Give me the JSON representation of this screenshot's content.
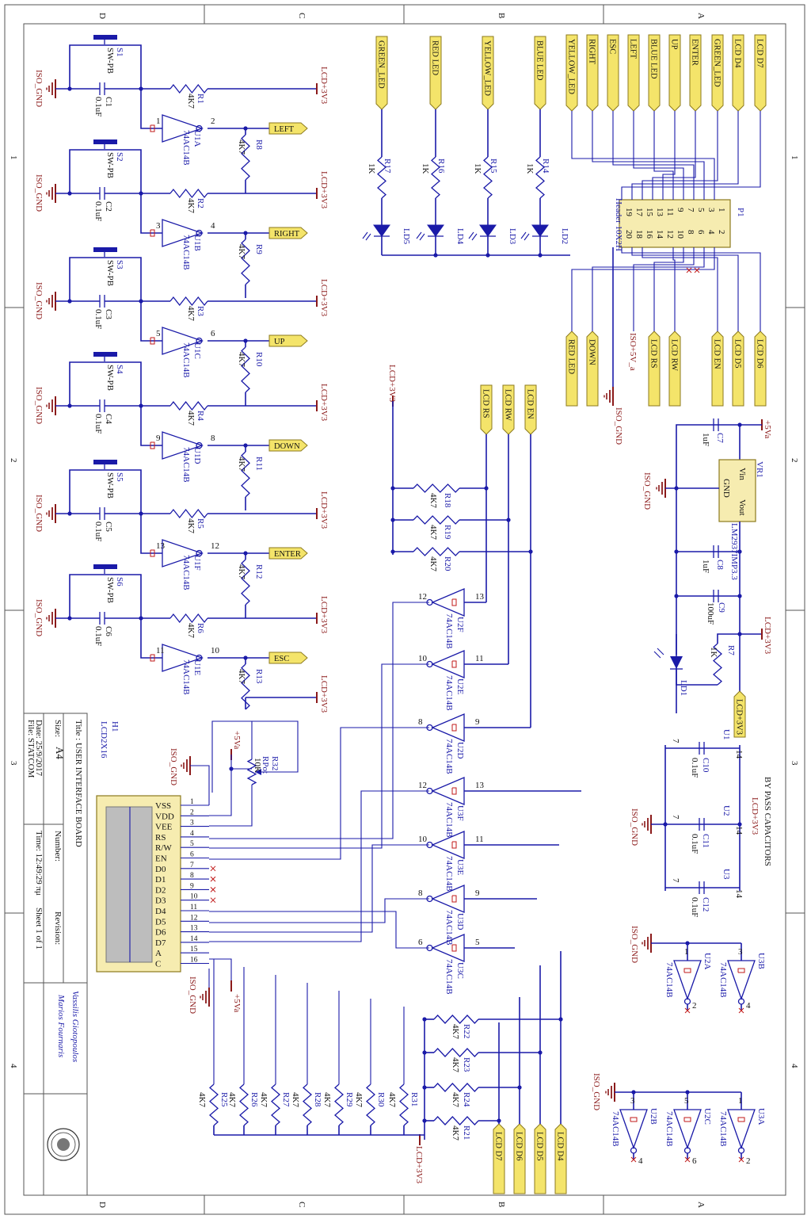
{
  "frame": {
    "col_letters_top": [
      "D",
      "C",
      "B",
      "A"
    ],
    "col_letters_bottom": [
      "D",
      "C",
      "B",
      "A"
    ],
    "row_numbers": [
      "1",
      "2",
      "3",
      "4"
    ]
  },
  "title_block": {
    "title": "Title : USER INTERFACE BOARD",
    "size_label": "Size:",
    "size_value": "A4",
    "number_label": "Number:",
    "revision_label": "Revision:",
    "date": "Date: 25/9/2017",
    "time": "Time: 12:49:29 πμ",
    "sheet": "Sheet 1 of 1",
    "file": "File: STATCOM",
    "author1": "Vassilis Giotopoulos",
    "author2": "Marios Fournaris"
  },
  "pushbuttons": [
    {
      "sw": "S1",
      "swtype": "SW-PB",
      "cap": "C1",
      "capval": "0.1uF",
      "rin": "R1",
      "gate": "U1A",
      "pin_in": "1",
      "pin_out": "2",
      "rpu": "R8",
      "signal": "LEFT"
    },
    {
      "sw": "S2",
      "swtype": "SW-PB",
      "cap": "C2",
      "capval": "0.1uF",
      "rin": "R2",
      "gate": "U1B",
      "pin_in": "3",
      "pin_out": "4",
      "rpu": "R9",
      "signal": "RIGHT"
    },
    {
      "sw": "S3",
      "swtype": "SW-PB",
      "cap": "C3",
      "capval": "0.1uF",
      "rin": "R3",
      "gate": "U1C",
      "pin_in": "5",
      "pin_out": "6",
      "rpu": "R10",
      "signal": "UP"
    },
    {
      "sw": "S4",
      "swtype": "SW-PB",
      "cap": "C4",
      "capval": "0.1uF",
      "rin": "R4",
      "gate": "U1D",
      "pin_in": "9",
      "pin_out": "8",
      "rpu": "R11",
      "signal": "DOWN"
    },
    {
      "sw": "S5",
      "swtype": "SW-PB",
      "cap": "C5",
      "capval": "0.1uF",
      "rin": "R5",
      "gate": "U1F",
      "pin_in": "13",
      "pin_out": "12",
      "rpu": "R12",
      "signal": "ENTER"
    },
    {
      "sw": "S6",
      "swtype": "SW-PB",
      "cap": "C6",
      "capval": "0.1uF",
      "rin": "R6",
      "gate": "U1E",
      "pin_in": "11",
      "pin_out": "10",
      "rpu": "R13",
      "signal": "ESC"
    }
  ],
  "iso_gnd": "ISO_GND",
  "lcd_3v3": "LCD+3V3",
  "p5va": "+5Va",
  "iso_5va": "ISO+5V_a",
  "res_4k7": "4K7",
  "res_1k": "1K",
  "gate_type": "74AC14B",
  "leds": [
    {
      "port": "GREEN_LED",
      "res": "R17",
      "led": "LD5"
    },
    {
      "port": "RED LED",
      "res": "R16",
      "led": "LD4"
    },
    {
      "port": "YELLOW_LED",
      "res": "R15",
      "led": "LD3"
    },
    {
      "port": "BLUE LED",
      "res": "R14",
      "led": "LD2"
    }
  ],
  "header": {
    "ref": "P1",
    "type": "Header 10X2H",
    "odd_pins": [
      "1",
      "3",
      "5",
      "7",
      "9",
      "11",
      "13",
      "15",
      "17",
      "19"
    ],
    "even_pins": [
      "2",
      "4",
      "6",
      "8",
      "10",
      "12",
      "14",
      "16",
      "18",
      "20"
    ],
    "top_ports": [
      "YELLOW_LED",
      "RIGHT",
      "ESC",
      "LEFT",
      "BLUE LED",
      "UP",
      "ENTER",
      "GREEN_LED",
      "LCD D4",
      "LCD D7"
    ],
    "bottom_ports": [
      "RED LED",
      "DOWN",
      "ISO+5V_a",
      "LCD RS",
      "LCD RW",
      "LCD EN",
      "LCD D5",
      "LCD D6"
    ]
  },
  "lcd_ports": [
    "LCD RS",
    "LCD RW",
    "LCD EN"
  ],
  "lcd_data_ports": [
    "LCD D7",
    "LCD D6",
    "LCD D5",
    "LCD D4"
  ],
  "pullups_mid": [
    "R18",
    "R19",
    "R20"
  ],
  "pullups_bottom": [
    "R22",
    "R23",
    "R24",
    "R21"
  ],
  "pulldowns": [
    "R25",
    "R26",
    "R27",
    "R28",
    "R29",
    "R30",
    "R31"
  ],
  "buffers": [
    {
      "ref": "U2F",
      "pin_in": "13",
      "pin_out": "12"
    },
    {
      "ref": "U2E",
      "pin_in": "11",
      "pin_out": "10"
    },
    {
      "ref": "U2D",
      "pin_in": "9",
      "pin_out": "8"
    },
    {
      "ref": "U3F",
      "pin_in": "13",
      "pin_out": "12"
    },
    {
      "ref": "U3E",
      "pin_in": "11",
      "pin_out": "10"
    },
    {
      "ref": "U3D",
      "pin_in": "9",
      "pin_out": "8"
    },
    {
      "ref": "U3C",
      "pin_in": "5",
      "pin_out": "6"
    }
  ],
  "lcd": {
    "ref": "H1",
    "type": "LCD2X16",
    "pins": [
      "VSS",
      "VDD",
      "VEE",
      "RS",
      "R/W",
      "EN",
      "D0",
      "D1",
      "D2",
      "D3",
      "D4",
      "D5",
      "D6",
      "D7",
      "A",
      "C"
    ],
    "pin_nums": [
      "1",
      "2",
      "3",
      "4",
      "5",
      "6",
      "7",
      "8",
      "9",
      "10",
      "11",
      "12",
      "13",
      "14",
      "15",
      "16"
    ]
  },
  "pot": {
    "ref": "R32",
    "type": "RPot",
    "value": "10K"
  },
  "regulator": {
    "ref": "VR1",
    "part": "LM2937IMP3.3",
    "vin": "Vin",
    "vout": "Vout",
    "gnd": "GND"
  },
  "caps_supply": [
    {
      "ref": "C7",
      "val": "1uF"
    },
    {
      "ref": "C8",
      "val": "1uF"
    },
    {
      "ref": "C9",
      "val": "100uF"
    }
  ],
  "power_led": {
    "res": "R7",
    "val": "1K",
    "led": "LD1"
  },
  "bypass": {
    "title": "BY PASS CAPACITORS",
    "caps": [
      {
        "ref": "C10",
        "val": "0.1uF",
        "chip": "U1"
      },
      {
        "ref": "C11",
        "val": "0.1uF",
        "chip": "U2"
      },
      {
        "ref": "C12",
        "val": "0.1uF",
        "chip": "U3"
      }
    ],
    "pin_vcc": "14",
    "pin_gnd": "7"
  },
  "spare_gates": [
    {
      "ref": "U3B",
      "pin_in": "3",
      "pin_out": "4"
    },
    {
      "ref": "U2A",
      "pin_in": "1",
      "pin_out": "2"
    },
    {
      "ref": "U3A",
      "pin_in": "1",
      "pin_out": "2"
    },
    {
      "ref": "U2C",
      "pin_in": "5",
      "pin_out": "6"
    },
    {
      "ref": "U2B",
      "pin_in": "3",
      "pin_out": "4"
    }
  ]
}
